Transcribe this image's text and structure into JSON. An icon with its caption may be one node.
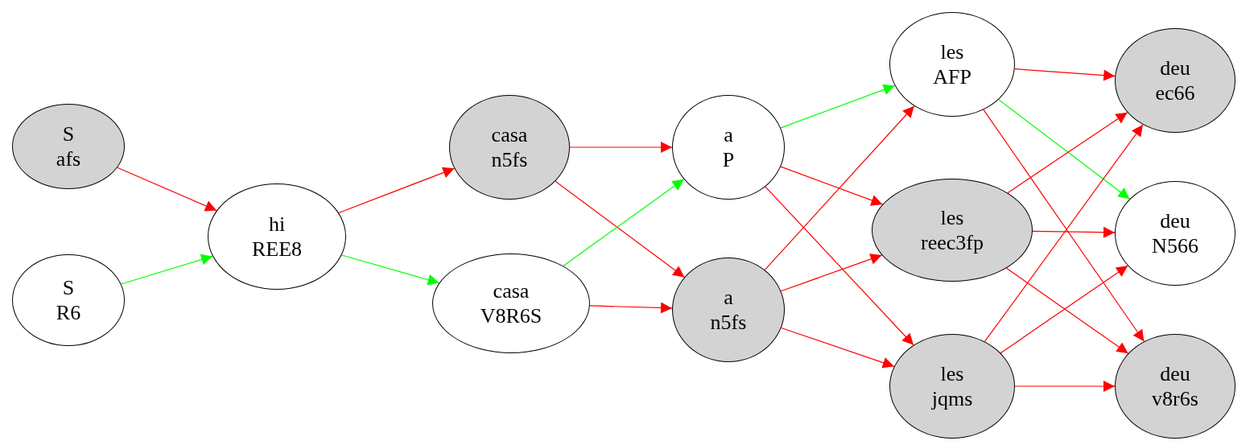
{
  "diagram": {
    "nodes": [
      {
        "text": [
          "S afs"
        ]
      },
      {
        "text": [
          "S R6"
        ]
      },
      {
        "text": [
          "hi REE8"
        ]
      },
      {
        "text": [
          "casa n5fs"
        ]
      },
      {
        "text": [
          "casa V8R6S"
        ]
      },
      {
        "text": [
          "a P"
        ]
      },
      {
        "text": [
          "a n5fs"
        ]
      },
      {
        "text": [
          "les AFP"
        ]
      },
      {
        "text": [
          "les reec3fp"
        ]
      },
      {
        "text": [
          "les jqms"
        ]
      },
      {
        "text": [
          "deu ec66"
        ]
      },
      {
        "text": [
          "deu N566"
        ]
      },
      {
        "text": [
          "deu v8r6s"
        ]
      }
    ],
    "edges": [
      {
        "from": 0,
        "to": 2,
        "arrow": "to"
      },
      {
        "from": 1,
        "to": 2,
        "arrow": "to",
        "color": "#00ff00"
      },
      {
        "from": 2,
        "to": 3,
        "arrow": "to"
      },
      {
        "from": 2,
        "to": 4,
        "arrow": "to",
        "color": "#00ff00"
      },
      {
        "from": 3,
        "to": 5,
        "arrow": "to"
      },
      {
        "from": 3,
        "to": 6,
        "arrow": "to"
      },
      {
        "from": 4,
        "to": 5,
        "arrow": "to",
        "color": "#00ff00"
      },
      {
        "from": 4,
        "to": 6,
        "arrow": "to"
      },
      {
        "from": 5,
        "to": 7,
        "arrow": "to",
        "color": "#00ff00"
      },
      {
        "from": 5,
        "to": 8,
        "arrow": "to"
      },
      {
        "from": 5,
        "to": 9,
        "arrow": "to"
      },
      {
        "from": 6,
        "to": 7,
        "arrow": "to"
      },
      {
        "from": 6,
        "to": 8,
        "arrow": "to"
      },
      {
        "from": 6,
        "to": 9,
        "arrow": "to"
      },
      {
        "from": 7,
        "to": 10,
        "arrow": "to"
      },
      {
        "from": 7,
        "to": 11,
        "arrow": "to",
        "color": "#00ff00"
      },
      {
        "from": 7,
        "to": 12,
        "arrow": "to"
      },
      {
        "from": 8,
        "to": 10,
        "arrow": "to"
      },
      {
        "from": 8,
        "to": 11,
        "arrow": "to"
      },
      {
        "from": 8,
        "to": 12,
        "arrow": "to"
      },
      {
        "from": 9,
        "to": 10,
        "arrow": "to"
      },
      {
        "from": 9,
        "to": 11,
        "arrow": "to"
      },
      {
        "from": 9,
        "to": 12,
        "arrow": "to"
      }
    ]
  }
}
